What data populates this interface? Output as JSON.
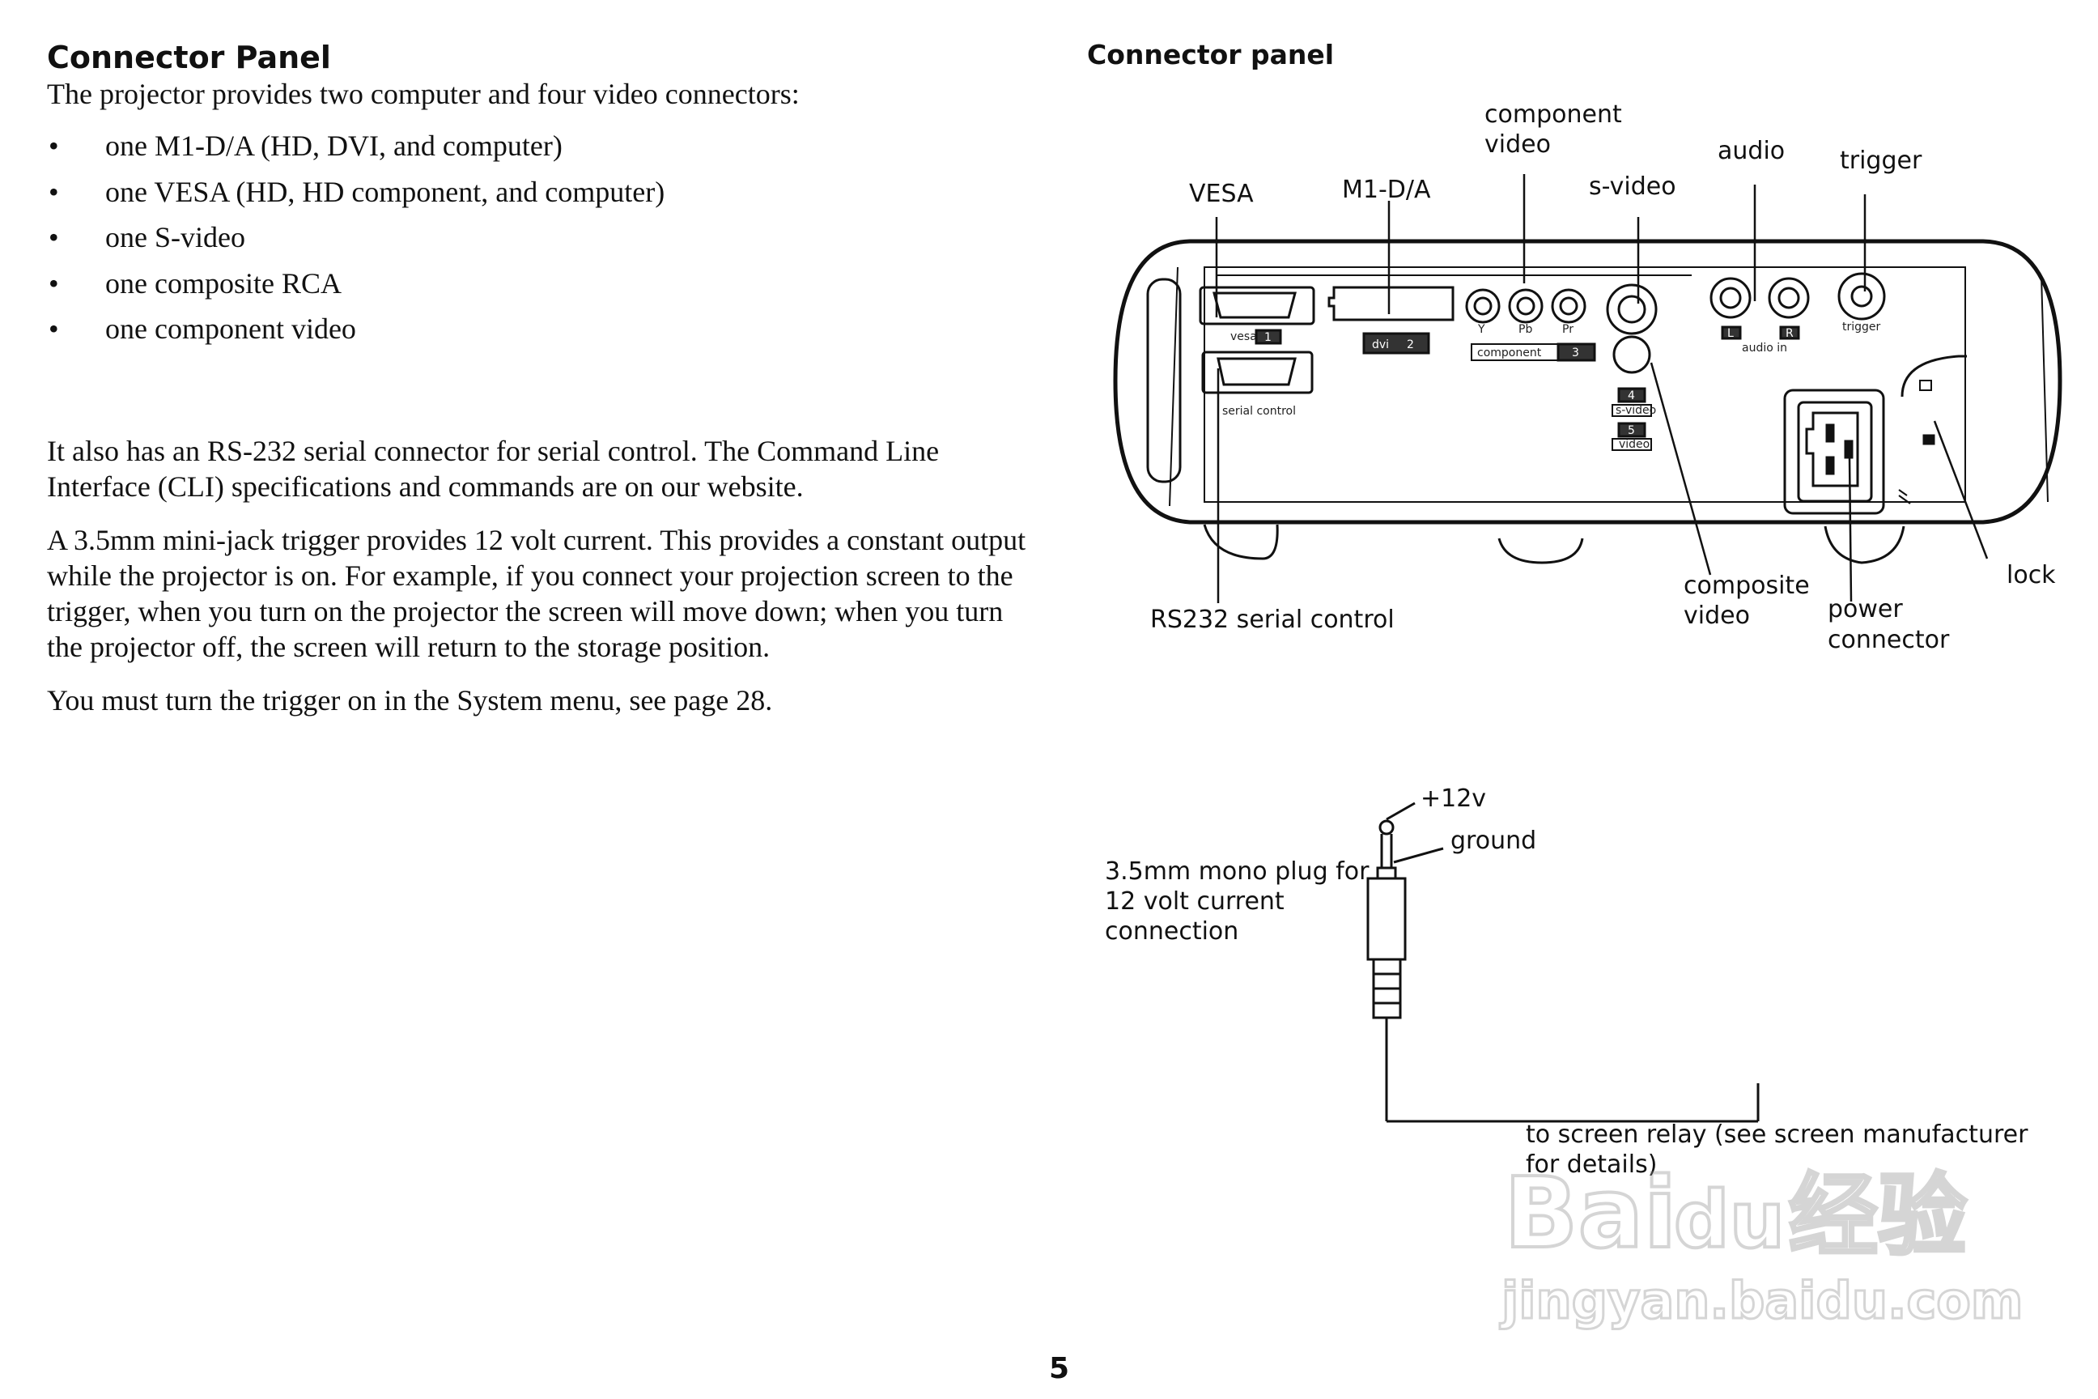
{
  "left": {
    "heading": "Connector Panel",
    "intro": "The projector provides two computer and four video connectors:",
    "bullet_char": "•",
    "bullets": [
      "one M1-D/A (HD, DVI, and computer)",
      "one VESA (HD, HD component, and computer)",
      "one S-video",
      "one composite RCA",
      "one component video"
    ],
    "para1": "It also has an RS-232 serial connector for serial control. The Command Line Interface (CLI) specifications and commands are on our website.",
    "para2": "A 3.5mm mini-jack trigger provides 12 volt current. This provides a constant output while the projector is on. For example, if you connect your projection screen to the trigger, when you turn on the projector the screen will move down; when you turn the projector off, the screen will return to the storage position.",
    "para3": "You must turn the trigger on in the System menu, see page 28."
  },
  "right": {
    "title": "Connector panel",
    "callouts": {
      "component_video_1": "component",
      "component_video_2": "video",
      "audio": "audio",
      "trigger": "trigger",
      "vesa": "VESA",
      "m1da": "M1-D/A",
      "svideo": "s-video",
      "lock": "lock",
      "rs232": "RS232 serial control",
      "composite_1": "composite",
      "composite_2": "video",
      "power_1": "power",
      "power_2": "connector"
    },
    "panel_labels": {
      "vesa": "vesa",
      "vesa_num": "1",
      "serial": "serial control",
      "dvi": "dvi",
      "dvi_num": "2",
      "y": "Y",
      "pb": "Pb",
      "pr": "Pr",
      "component": "component",
      "component_num": "3",
      "svideo_num": "4",
      "svideo": "s-video",
      "video_num": "5",
      "video": "video",
      "l": "L",
      "r": "R",
      "audio_in": "audio in",
      "trigger": "trigger"
    },
    "plug": {
      "v12": "+12v",
      "ground": "ground",
      "desc_1": "3.5mm mono plug for",
      "desc_2": "12 volt current",
      "desc_3": "connection",
      "relay_1": "to screen relay (see screen manufacturer",
      "relay_2": "for details)"
    }
  },
  "page_number": "5",
  "watermark": {
    "brand": "Bai",
    "paw": "du",
    "cn": "经验",
    "url": "jingyan.baidu.com"
  }
}
